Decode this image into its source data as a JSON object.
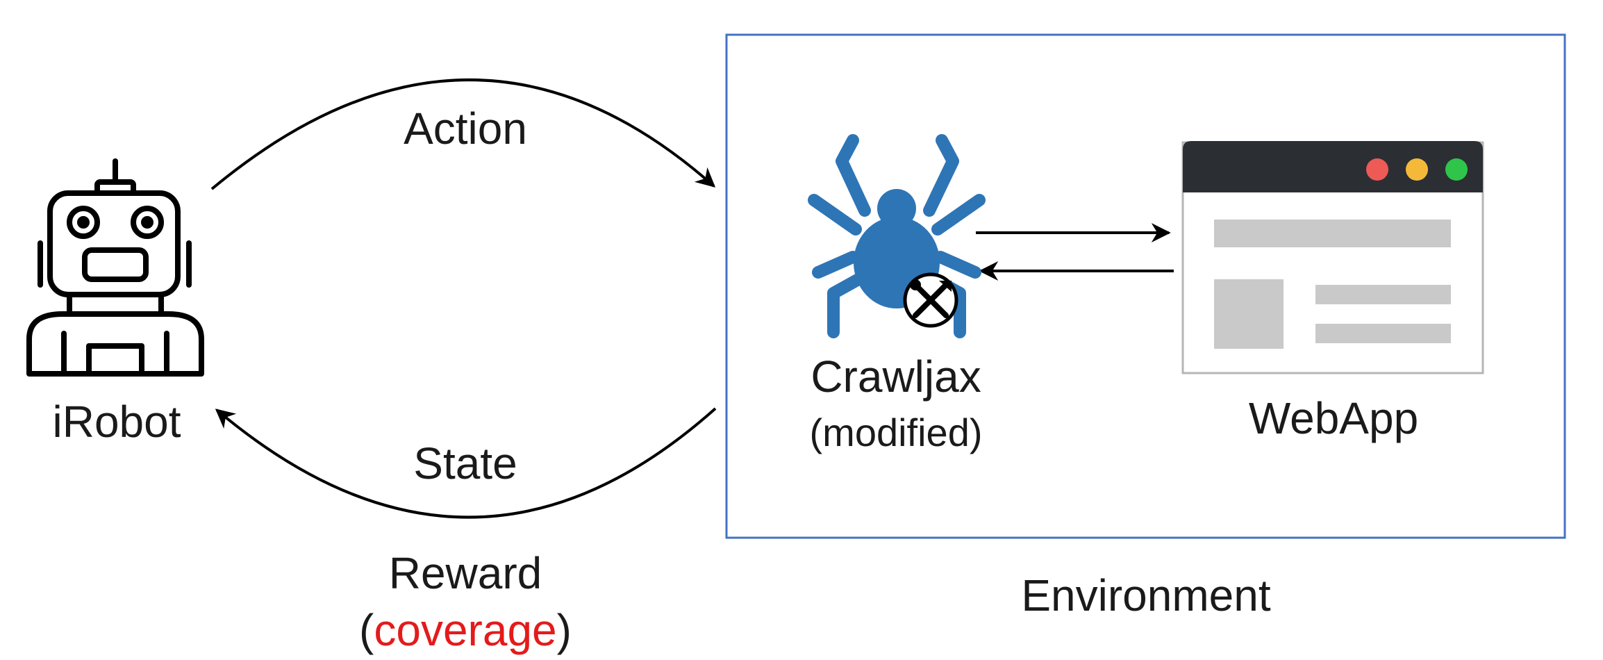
{
  "agent": {
    "label": "iRobot",
    "icon": "robot-icon"
  },
  "edges": {
    "action": "Action",
    "state": "State",
    "reward": "Reward",
    "reward_open": "(",
    "reward_detail": "coverage",
    "reward_close": ")"
  },
  "environment": {
    "label": "Environment",
    "crawler": {
      "label": "Crawljax",
      "sublabel": "(modified)",
      "icon": "spider-icon",
      "badge_icon": "tools-icon"
    },
    "webapp": {
      "label": "WebApp",
      "icon": "browser-window-icon"
    }
  },
  "colors": {
    "environment_border": "#4472c4",
    "spider": "#2e75b6",
    "browser_bar": "#2b2f33",
    "dot_red": "#ee5a55",
    "dot_yellow": "#f5b93a",
    "dot_green": "#2fc54a",
    "placeholder": "#c9c9c9",
    "highlight": "#e31b1b"
  }
}
